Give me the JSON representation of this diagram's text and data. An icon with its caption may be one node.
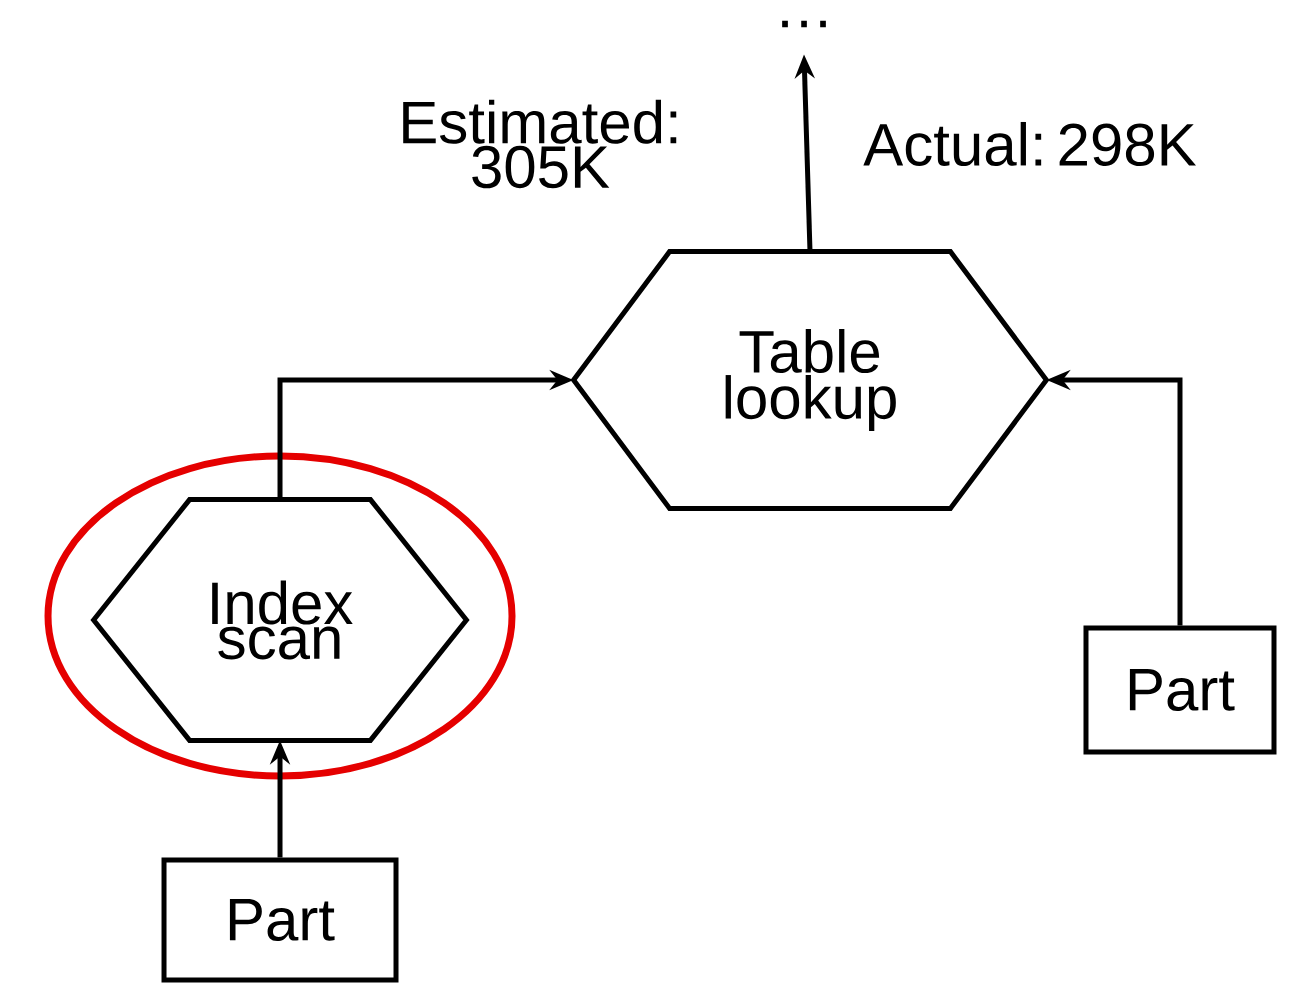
{
  "diagram": {
    "nodes": [
      {
        "text": [
          "…"
        ]
      },
      {
        "text": [
          "Table lookup"
        ]
      },
      {
        "text": [
          "Index scan"
        ]
      },
      {
        "text": [
          "Part"
        ]
      },
      {
        "text": [
          "Part"
        ]
      }
    ],
    "edges": [
      {
        "from": 1,
        "to": 0,
        "arrow": "to"
      },
      {
        "from": 2,
        "to": 1,
        "arrow": "to"
      },
      {
        "from": 3,
        "to": 1,
        "arrow": "to"
      },
      {
        "from": 4,
        "to": 2,
        "arrow": "to"
      }
    ],
    "labels": [
      "Estimated: 305K",
      "Actual: 298K"
    ]
  }
}
